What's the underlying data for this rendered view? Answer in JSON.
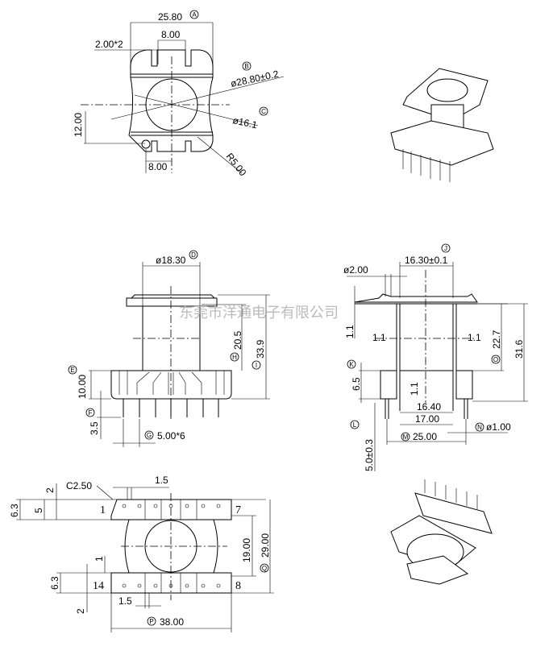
{
  "watermark": "东莞市洋通电子有限公司",
  "top_view": {
    "width": "25.80",
    "width_ref": "A",
    "slot_spacing_top": "8.00",
    "slot_width": "2.00*2",
    "outer_diameter": "ø28.80±0.2",
    "outer_ref": "B",
    "inner_diameter": "ø16.1",
    "inner_ref": "C",
    "offset": "12.00",
    "slot_spacing_bottom": "8.00",
    "radius": "R5.00"
  },
  "front_view": {
    "core_diameter": "ø18.30",
    "core_ref": "D",
    "winding_height": "20.5",
    "winding_ref": "H",
    "total_height": "33.9",
    "total_ref": "I",
    "base_height": "10.00",
    "base_ref": "E",
    "pin_length": "3.5",
    "pin_ref": "F",
    "pin_pitch": "5.00*6",
    "pitch_ref": "G"
  },
  "side_view": {
    "inner_width": "16.30±0.1",
    "inner_ref": "J",
    "hole": "ø2.00",
    "flange_thickness": "1.1",
    "wall_left": "1.1",
    "wall_right": "1.1",
    "winding_height": "22.7",
    "winding_ref": "O",
    "total_height": "31.6",
    "base_height": "6.5",
    "base_ref": "K",
    "bottom_thickness": "1.1",
    "width_1640": "16.40",
    "width_1700": "17.00",
    "pin_ref": "L",
    "pin_length": "5.0±0.3",
    "row_spacing": "25.00",
    "row_ref": "M",
    "pin_diameter": "ø1.00",
    "pin_dia_ref": "N"
  },
  "bottom_view": {
    "chamfer": "C2.50",
    "pin_gap": "1.5",
    "dim_2_top": "2",
    "dim_63_top": "6.3",
    "dim_5": "5",
    "dim_1": "1",
    "pin_1": "1",
    "pin_7": "7",
    "pin_14": "14",
    "pin_8": "8",
    "inner_span": "19.00",
    "outer_span": "29.00",
    "outer_ref": "Q",
    "dim_63_bottom": "6.3",
    "pin_gap_bottom": "1.5",
    "dim_2_bottom": "2",
    "length": "38.00",
    "length_ref": "P"
  }
}
